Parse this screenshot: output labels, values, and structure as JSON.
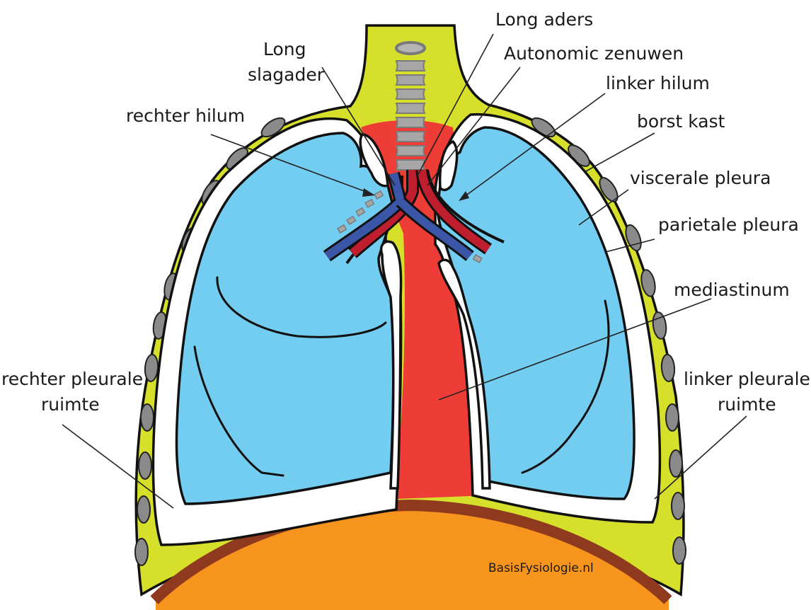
{
  "diagram": {
    "labels": {
      "long_aders": "Long aders",
      "long_slagader_1": "Long",
      "long_slagader_2": "slagader",
      "autonomic_zenuwen": "Autonomic zenuwen",
      "linker_hilum": "linker hilum",
      "rechter_hilum": "rechter hilum",
      "borst_kast": "borst kast",
      "viscerale_pleura": "viscerale pleura",
      "parietale_pleura": "parietale pleura",
      "mediastinum": "mediastinum",
      "rechter_pleurale_1": "rechter pleurale",
      "rechter_pleurale_2": "ruimte",
      "linker_pleurale_1": "linker pleurale",
      "linker_pleurale_2": "ruimte"
    },
    "credit": "BasisFysiologie.nl",
    "colors": {
      "chest_wall": "#d6e02a",
      "lung": "#72cdf1",
      "mediastinum": "#ee3c36",
      "vein": "#3b56a6",
      "artery": "#be1e2d",
      "diaphragm_band": "#8f3a1e",
      "abdomen": "#f7941d",
      "rib": "#8a8a8a",
      "trachea_ring": "#9c9c9c"
    }
  }
}
